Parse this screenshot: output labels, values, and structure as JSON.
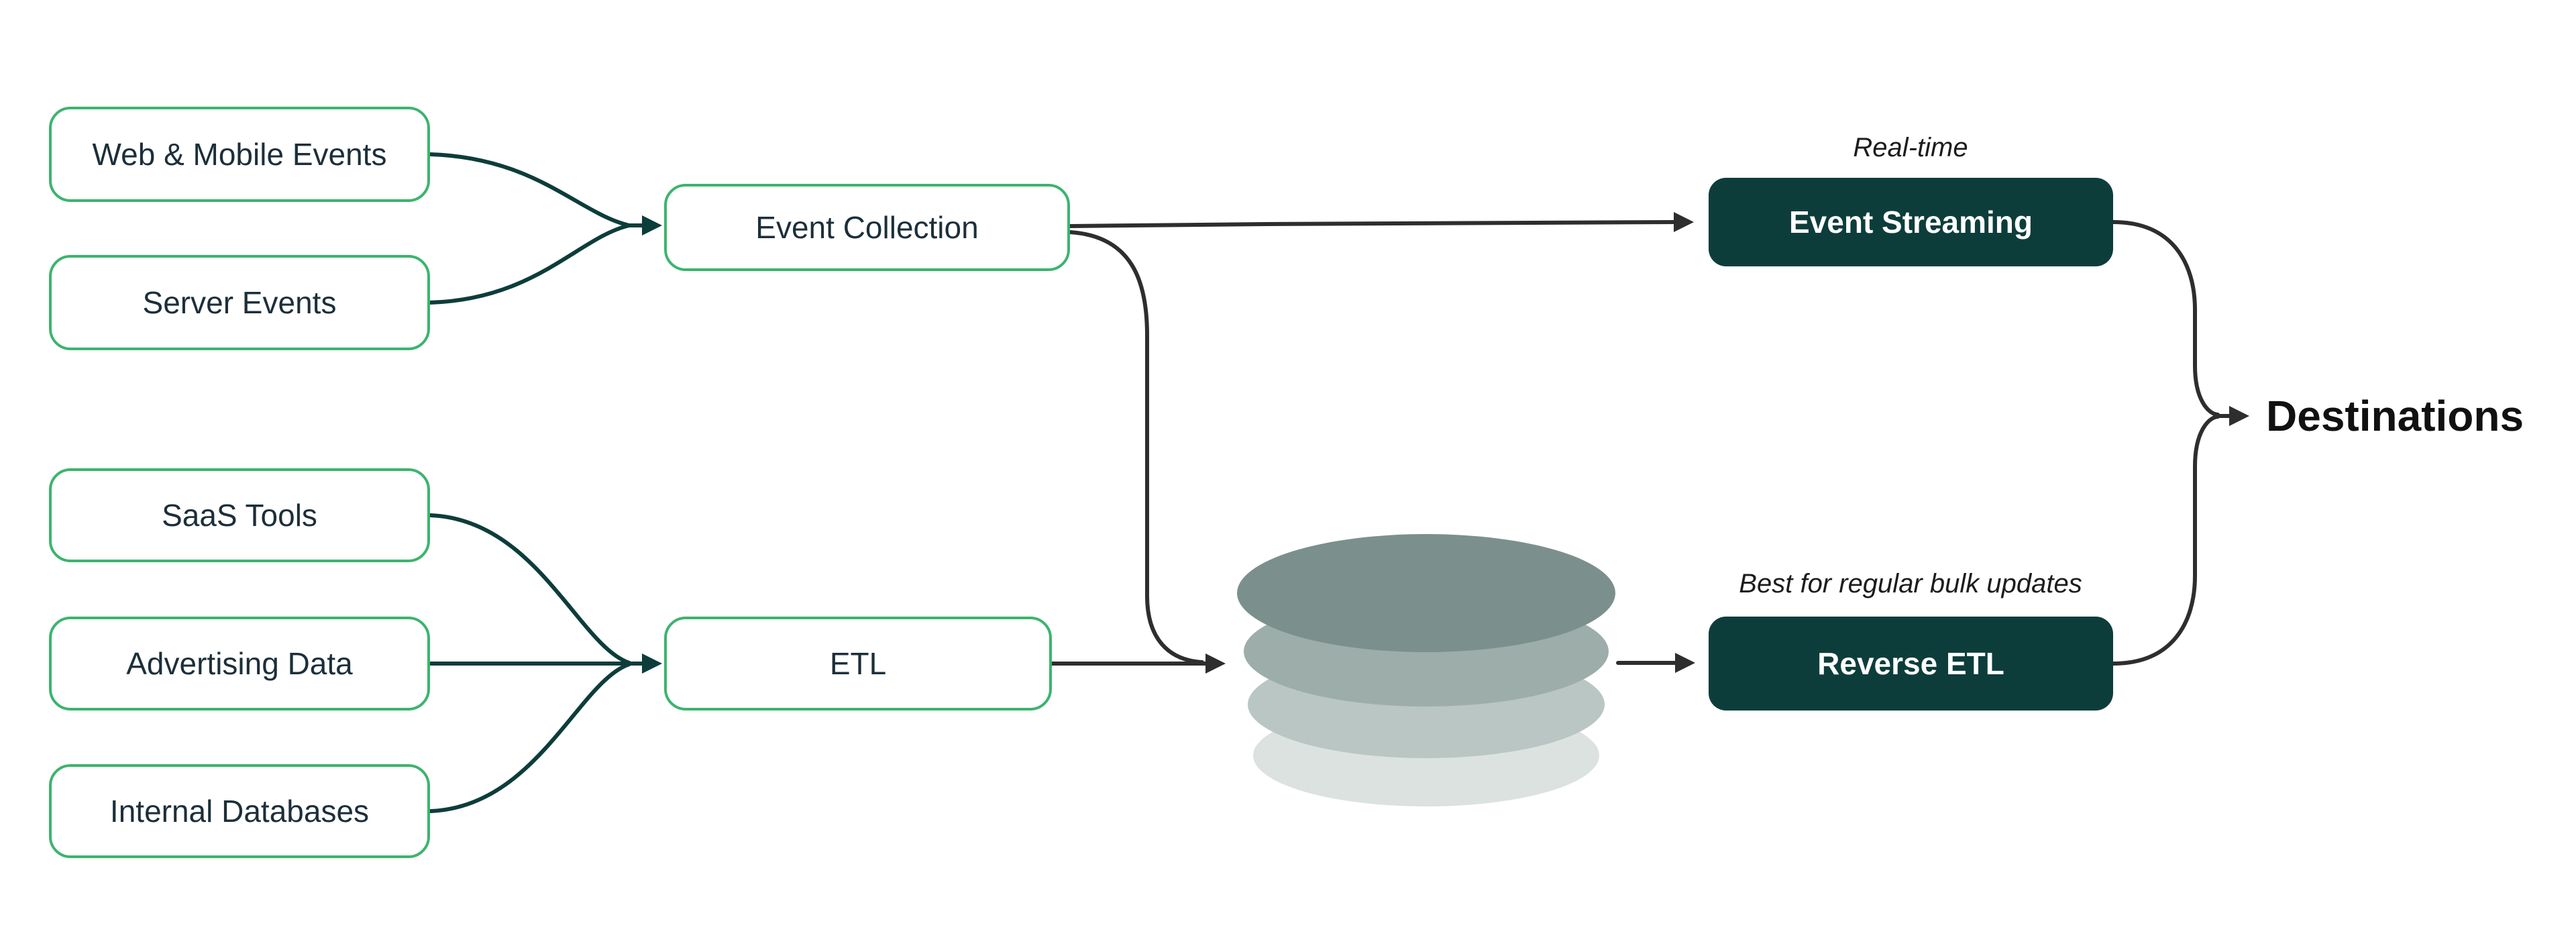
{
  "diagram": {
    "sources": [
      "Web & Mobile Events",
      "Server Events",
      "SaaS Tools",
      "Advertising Data",
      "Internal Databases"
    ],
    "event_collection_label": "Event Collection",
    "etl_label": "ETL",
    "event_streaming": {
      "annotation": "Real-time",
      "label": "Event Streaming"
    },
    "reverse_etl": {
      "annotation": "Best for regular bulk updates",
      "label": "Reverse ETL"
    },
    "destinations_label": "Destinations",
    "icons": {
      "database": "layered-database-disks"
    },
    "colors": {
      "green_border": "#3cb46e",
      "dark_teal_fill": "#0d3d3b",
      "teal_connector": "#0d3d3b",
      "dark_connector": "#2e2e2e",
      "disk_top": "#7b908c",
      "disk_2": "#9cadaa",
      "disk_3": "#b9c6c3",
      "disk_bottom": "#dbe2e0"
    }
  }
}
